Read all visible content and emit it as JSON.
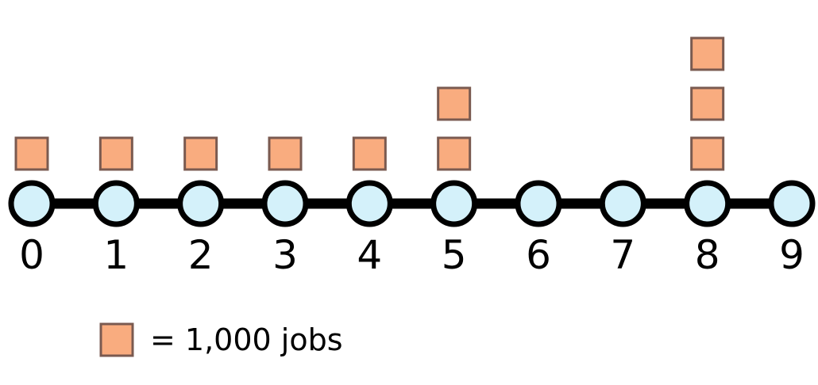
{
  "nodes": [
    {
      "label": "0",
      "jobs": 1
    },
    {
      "label": "1",
      "jobs": 1
    },
    {
      "label": "2",
      "jobs": 1
    },
    {
      "label": "3",
      "jobs": 1
    },
    {
      "label": "4",
      "jobs": 1
    },
    {
      "label": "5",
      "jobs": 2
    },
    {
      "label": "6",
      "jobs": 0
    },
    {
      "label": "7",
      "jobs": 0
    },
    {
      "label": "8",
      "jobs": 3
    },
    {
      "label": "9",
      "jobs": 0
    }
  ],
  "legend": {
    "text": "= 1,000 jobs",
    "unit_jobs": 1000
  },
  "colors": {
    "node_fill": "#d4f1fa",
    "node_stroke": "#000000",
    "line": "#000000",
    "box_fill": "#f9ac7f",
    "box_stroke": "#7a5a50"
  }
}
